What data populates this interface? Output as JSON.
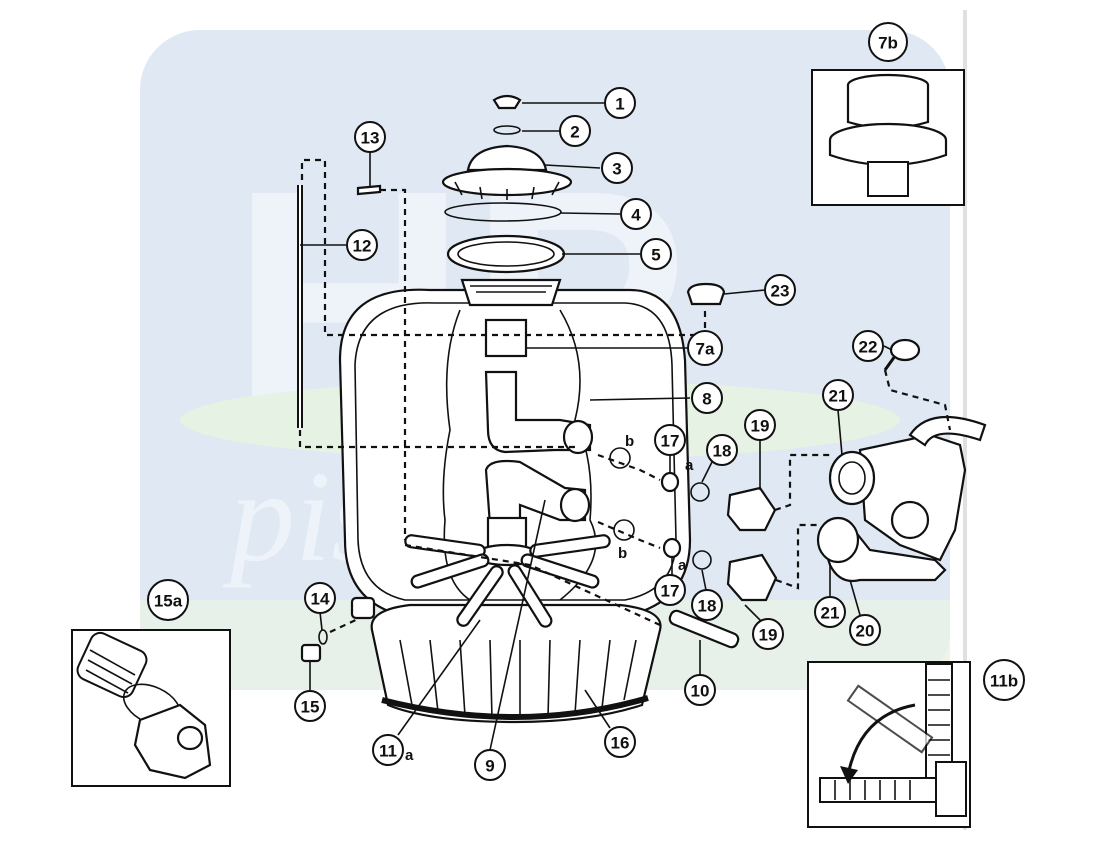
{
  "watermark": {
    "logo_letters": "HP",
    "brand_text": "piscinas",
    "bg_color": "#dfe8f3",
    "green_color": "#e4f1e4"
  },
  "callouts": [
    {
      "id": "c1",
      "label": "1"
    },
    {
      "id": "c2",
      "label": "2"
    },
    {
      "id": "c3",
      "label": "3"
    },
    {
      "id": "c4",
      "label": "4"
    },
    {
      "id": "c5",
      "label": "5"
    },
    {
      "id": "c7a",
      "label": "7a"
    },
    {
      "id": "c7b",
      "label": "7b"
    },
    {
      "id": "c8",
      "label": "8"
    },
    {
      "id": "c9",
      "label": "9"
    },
    {
      "id": "c10",
      "label": "10"
    },
    {
      "id": "c11",
      "label": "11"
    },
    {
      "id": "c11b",
      "label": "11b"
    },
    {
      "id": "c12",
      "label": "12"
    },
    {
      "id": "c13",
      "label": "13"
    },
    {
      "id": "c14",
      "label": "14"
    },
    {
      "id": "c15",
      "label": "15"
    },
    {
      "id": "c15a",
      "label": "15a"
    },
    {
      "id": "c16",
      "label": "16"
    },
    {
      "id": "c17a",
      "label": "17"
    },
    {
      "id": "c17b",
      "label": "17"
    },
    {
      "id": "c18a",
      "label": "18"
    },
    {
      "id": "c18b",
      "label": "18"
    },
    {
      "id": "c19a",
      "label": "19"
    },
    {
      "id": "c19b",
      "label": "19"
    },
    {
      "id": "c20",
      "label": "20"
    },
    {
      "id": "c21a",
      "label": "21"
    },
    {
      "id": "c21b",
      "label": "21"
    },
    {
      "id": "c22",
      "label": "22"
    },
    {
      "id": "c23",
      "label": "23"
    }
  ],
  "sublabels": [
    {
      "id": "s_b1",
      "label": "b"
    },
    {
      "id": "s_a1",
      "label": "a"
    },
    {
      "id": "s_b2",
      "label": "b"
    },
    {
      "id": "s_a2",
      "label": "a"
    },
    {
      "id": "s_a11",
      "label": "a"
    }
  ]
}
